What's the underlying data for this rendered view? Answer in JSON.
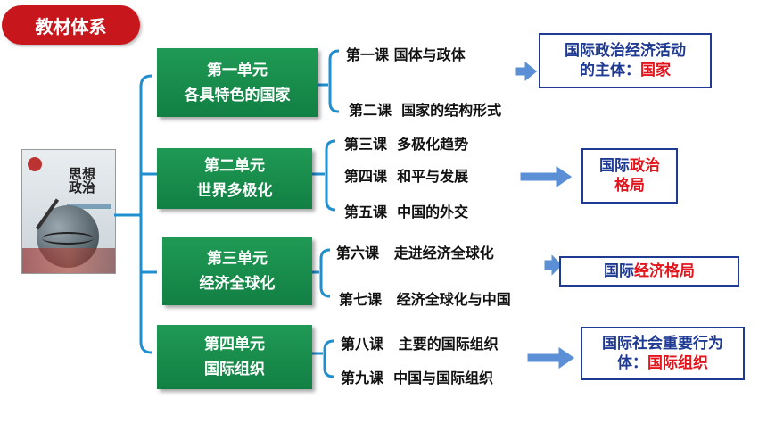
{
  "title": "教材体系",
  "book": {
    "title_line1": "思想",
    "title_line2": "政治"
  },
  "units": [
    {
      "line1": "第一单元",
      "line2": "各具特色的国家"
    },
    {
      "line1": "第二单元",
      "line2": "世界多极化"
    },
    {
      "line1": "第三单元",
      "line2": "经济全球化"
    },
    {
      "line1": "第四单元",
      "line2": "国际组织"
    }
  ],
  "lessons": [
    "第一课 国体与政体",
    "第二课  国家的结构形式",
    "第三课  多极化趋势",
    "第四课  和平与发展",
    "第五课  中国的外交",
    "第六课   走进经济全球化",
    "第七课   经济全球化与中国",
    "第八课   主要的国际组织",
    "第九课  中国与国际组织"
  ],
  "results": [
    {
      "line1": "国际政治经济活动",
      "line2_black": "的主体：",
      "line2_red": "国家"
    },
    {
      "line1_black": "国际",
      "line1_red": "政治",
      "line2_red": "格局"
    },
    {
      "line1_black": "国际",
      "line1_red": "经济格局"
    },
    {
      "line1": "国际社会重要行为",
      "line2_black": "体：",
      "line2_red": "国际组织"
    }
  ],
  "colors": {
    "title_bg": "#c8161d",
    "unit_bg": "#1a8c4c",
    "connector": "#1f8fd0",
    "arrow": "#5b8fd6",
    "result_border": "#1f3a93",
    "highlight": "#e3141b"
  }
}
